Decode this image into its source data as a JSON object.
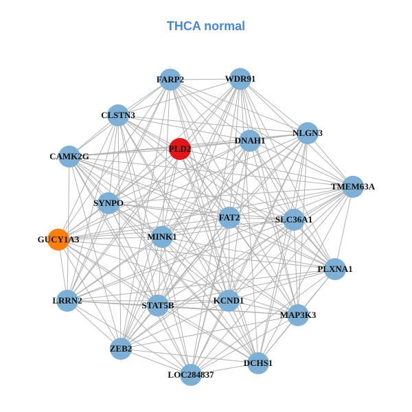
{
  "title": "THCA normal",
  "colors": {
    "default_node": "#7eafd4",
    "highlight_red": "#e0161b",
    "highlight_orange": "#ff7f0e",
    "edge": "#b0b0b0",
    "title": "#4a86d8"
  },
  "nodes": [
    {
      "id": "FARP2",
      "label": "FARP2",
      "color": "#7eafd4"
    },
    {
      "id": "WDR91",
      "label": "WDR91",
      "color": "#7eafd4"
    },
    {
      "id": "CLSTN3",
      "label": "CLSTN3",
      "color": "#7eafd4"
    },
    {
      "id": "NLGN3",
      "label": "NLGN3",
      "color": "#7eafd4"
    },
    {
      "id": "DNAH1",
      "label": "DNAH1",
      "color": "#7eafd4"
    },
    {
      "id": "PLD2",
      "label": "PLD2",
      "color": "#e0161b"
    },
    {
      "id": "CAMK2G",
      "label": "CAMK2G",
      "color": "#7eafd4"
    },
    {
      "id": "TMEM63A",
      "label": "TMEM63A",
      "color": "#7eafd4"
    },
    {
      "id": "SYNPO",
      "label": "SYNPO",
      "color": "#7eafd4"
    },
    {
      "id": "FAT2",
      "label": "FAT2",
      "color": "#7eafd4"
    },
    {
      "id": "SLC36A1",
      "label": "SLC36A1",
      "color": "#7eafd4"
    },
    {
      "id": "GUCY1A3",
      "label": "GUCY1A3",
      "color": "#ff7f0e"
    },
    {
      "id": "MINK1",
      "label": "MINK1",
      "color": "#7eafd4"
    },
    {
      "id": "PLXNA1",
      "label": "PLXNA1",
      "color": "#7eafd4"
    },
    {
      "id": "LRRN2",
      "label": "LRRN2",
      "color": "#7eafd4"
    },
    {
      "id": "STAT5B",
      "label": "STAT5B",
      "color": "#7eafd4"
    },
    {
      "id": "KCND1",
      "label": "KCND1",
      "color": "#7eafd4"
    },
    {
      "id": "MAP3K3",
      "label": "MAP3K3",
      "color": "#7eafd4"
    },
    {
      "id": "ZEB2",
      "label": "ZEB2",
      "color": "#7eafd4"
    },
    {
      "id": "DCHS1",
      "label": "DCHS1",
      "color": "#7eafd4"
    },
    {
      "id": "LOC284837",
      "label": "LOC284837",
      "color": "#7eafd4"
    }
  ]
}
